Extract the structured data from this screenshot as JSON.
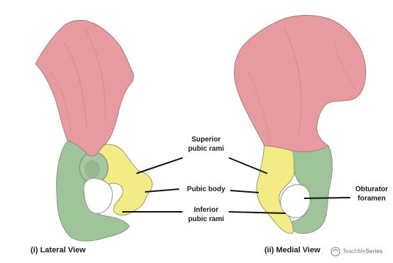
{
  "labels": {
    "superior_pubic_rami": "Superior\npubic rami",
    "pubic_body": "Pubic body",
    "inferior_pubic_rami": "Inferior\npubic rami",
    "obturator_foramen": "Obturator\nforamen"
  },
  "captions": {
    "lateral": "(i) Lateral View",
    "medial": "(ii) Medial View"
  },
  "brand": {
    "prefix": "TeachMe",
    "suffix": "Series"
  },
  "colors": {
    "ilium": "#e79aa0",
    "ischium": "#9fc49a",
    "pubis": "#f3ec86",
    "outline": "#9a8a80",
    "leader": "#111111"
  }
}
